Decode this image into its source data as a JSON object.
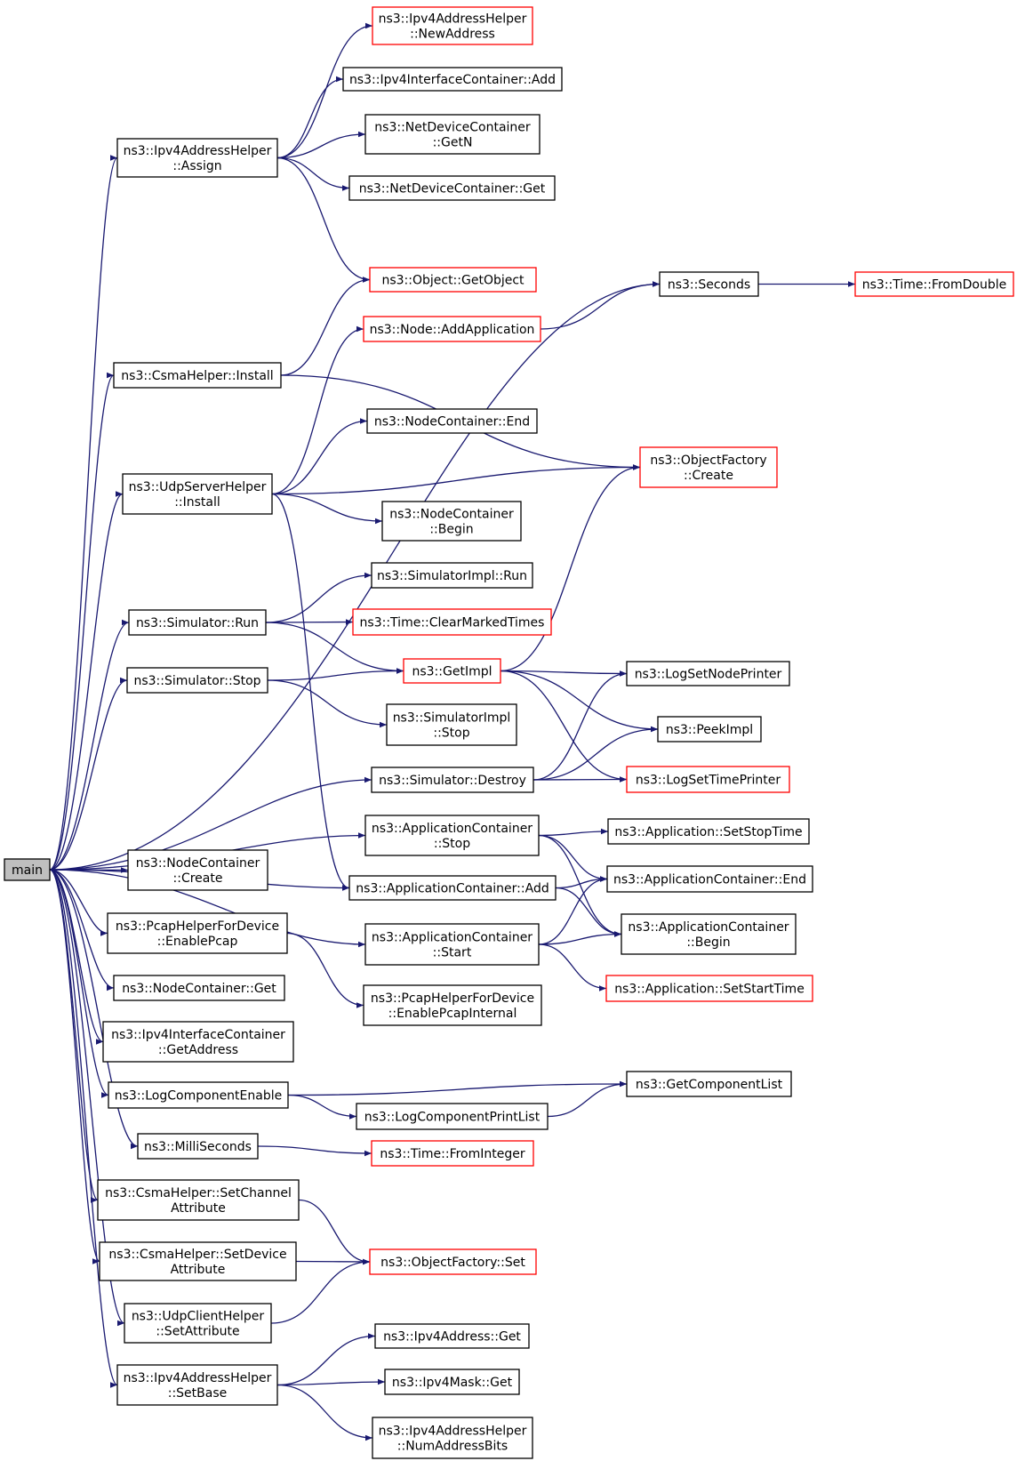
{
  "colors": {
    "edge": "#191970",
    "node_border": "#000000",
    "node_border_truncated": "#ff0000",
    "root_fill": "#bfbfbf",
    "node_fill": "#ffffff"
  },
  "nodes": {
    "main": {
      "lines": [
        "main"
      ],
      "root": true
    },
    "ipv4ah_newaddress": {
      "lines": [
        "ns3::Ipv4AddressHelper",
        "::NewAddress"
      ],
      "red": true
    },
    "ipv4ic_add": {
      "lines": [
        "ns3::Ipv4InterfaceContainer::Add"
      ]
    },
    "ipv4ah_assign": {
      "lines": [
        "ns3::Ipv4AddressHelper",
        "::Assign"
      ]
    },
    "ndc_getn": {
      "lines": [
        "ns3::NetDeviceContainer",
        "::GetN"
      ]
    },
    "ndc_get": {
      "lines": [
        "ns3::NetDeviceContainer::Get"
      ]
    },
    "object_getobject": {
      "lines": [
        "ns3::Object::GetObject"
      ],
      "red": true
    },
    "seconds": {
      "lines": [
        "ns3::Seconds"
      ]
    },
    "time_fromdouble": {
      "lines": [
        "ns3::Time::FromDouble"
      ],
      "red": true
    },
    "node_addapplication": {
      "lines": [
        "ns3::Node::AddApplication"
      ],
      "red": true
    },
    "csma_install": {
      "lines": [
        "ns3::CsmaHelper::Install"
      ]
    },
    "nc_end": {
      "lines": [
        "ns3::NodeContainer::End"
      ]
    },
    "objfactory_create": {
      "lines": [
        "ns3::ObjectFactory",
        "::Create"
      ],
      "red": true
    },
    "udpserver_install": {
      "lines": [
        "ns3::UdpServerHelper",
        "::Install"
      ]
    },
    "nc_begin": {
      "lines": [
        "ns3::NodeContainer",
        "::Begin"
      ]
    },
    "simimpl_run": {
      "lines": [
        "ns3::SimulatorImpl::Run"
      ]
    },
    "sim_run": {
      "lines": [
        "ns3::Simulator::Run"
      ]
    },
    "time_clearmarked": {
      "lines": [
        "ns3::Time::ClearMarkedTimes"
      ],
      "red": true
    },
    "getimpl": {
      "lines": [
        "ns3::GetImpl"
      ],
      "red": true
    },
    "logsetnodeprinter": {
      "lines": [
        "ns3::LogSetNodePrinter"
      ]
    },
    "sim_stop": {
      "lines": [
        "ns3::Simulator::Stop"
      ]
    },
    "simimpl_stop": {
      "lines": [
        "ns3::SimulatorImpl",
        "::Stop"
      ]
    },
    "peekimpl": {
      "lines": [
        "ns3::PeekImpl"
      ]
    },
    "sim_destroy": {
      "lines": [
        "ns3::Simulator::Destroy"
      ]
    },
    "logsettimeprinter": {
      "lines": [
        "ns3::LogSetTimePrinter"
      ],
      "red": true
    },
    "appc_stop": {
      "lines": [
        "ns3::ApplicationContainer",
        "::Stop"
      ]
    },
    "app_setstoptime": {
      "lines": [
        "ns3::Application::SetStopTime"
      ]
    },
    "nc_create": {
      "lines": [
        "ns3::NodeContainer",
        "::Create"
      ]
    },
    "appc_add": {
      "lines": [
        "ns3::ApplicationContainer::Add"
      ]
    },
    "appc_end": {
      "lines": [
        "ns3::ApplicationContainer::End"
      ]
    },
    "pcap_enable": {
      "lines": [
        "ns3::PcapHelperForDevice",
        "::EnablePcap"
      ]
    },
    "appc_start": {
      "lines": [
        "ns3::ApplicationContainer",
        "::Start"
      ]
    },
    "appc_begin": {
      "lines": [
        "ns3::ApplicationContainer",
        "::Begin"
      ]
    },
    "nc_get": {
      "lines": [
        "ns3::NodeContainer::Get"
      ]
    },
    "app_setstarttime": {
      "lines": [
        "ns3::Application::SetStartTime"
      ],
      "red": true
    },
    "pcap_internal": {
      "lines": [
        "ns3::PcapHelperForDevice",
        "::EnablePcapInternal"
      ]
    },
    "ipv4ic_getaddress": {
      "lines": [
        "ns3::Ipv4InterfaceContainer",
        "::GetAddress"
      ]
    },
    "logcomponentenable": {
      "lines": [
        "ns3::LogComponentEnable"
      ]
    },
    "getcomponentlist": {
      "lines": [
        "ns3::GetComponentList"
      ]
    },
    "logcomponentprintlist": {
      "lines": [
        "ns3::LogComponentPrintList"
      ]
    },
    "milliseconds": {
      "lines": [
        "ns3::MilliSeconds"
      ]
    },
    "time_frominteger": {
      "lines": [
        "ns3::Time::FromInteger"
      ],
      "red": true
    },
    "csma_setchannelattr": {
      "lines": [
        "ns3::CsmaHelper::SetChannel",
        "Attribute"
      ]
    },
    "csma_setdeviceattr": {
      "lines": [
        "ns3::CsmaHelper::SetDevice",
        "Attribute"
      ]
    },
    "objfactory_set": {
      "lines": [
        "ns3::ObjectFactory::Set"
      ],
      "red": true
    },
    "udpclient_setattr": {
      "lines": [
        "ns3::UdpClientHelper",
        "::SetAttribute"
      ]
    },
    "ipv4address_get": {
      "lines": [
        "ns3::Ipv4Address::Get"
      ]
    },
    "ipv4ah_setbase": {
      "lines": [
        "ns3::Ipv4AddressHelper",
        "::SetBase"
      ]
    },
    "ipv4mask_get": {
      "lines": [
        "ns3::Ipv4Mask::Get"
      ]
    },
    "ipv4ah_numaddrbits": {
      "lines": [
        "ns3::Ipv4AddressHelper",
        "::NumAddressBits"
      ]
    }
  },
  "edges": [
    [
      "main",
      "ipv4ah_assign"
    ],
    [
      "main",
      "seconds"
    ],
    [
      "main",
      "csma_install"
    ],
    [
      "main",
      "udpserver_install"
    ],
    [
      "main",
      "sim_run"
    ],
    [
      "main",
      "sim_stop"
    ],
    [
      "main",
      "sim_destroy"
    ],
    [
      "main",
      "appc_stop"
    ],
    [
      "main",
      "nc_create"
    ],
    [
      "main",
      "appc_add"
    ],
    [
      "main",
      "pcap_enable"
    ],
    [
      "main",
      "appc_start"
    ],
    [
      "main",
      "nc_get"
    ],
    [
      "main",
      "ipv4ic_getaddress"
    ],
    [
      "main",
      "logcomponentenable"
    ],
    [
      "main",
      "milliseconds"
    ],
    [
      "main",
      "csma_setchannelattr"
    ],
    [
      "main",
      "csma_setdeviceattr"
    ],
    [
      "main",
      "udpclient_setattr"
    ],
    [
      "main",
      "ipv4ah_setbase"
    ],
    [
      "ipv4ah_assign",
      "ipv4ah_newaddress"
    ],
    [
      "ipv4ah_assign",
      "ipv4ic_add"
    ],
    [
      "ipv4ah_assign",
      "ndc_getn"
    ],
    [
      "ipv4ah_assign",
      "ndc_get"
    ],
    [
      "ipv4ah_assign",
      "object_getobject"
    ],
    [
      "seconds",
      "time_fromdouble"
    ],
    [
      "node_addapplication",
      "seconds"
    ],
    [
      "csma_install",
      "object_getobject"
    ],
    [
      "csma_install",
      "objfactory_create"
    ],
    [
      "udpserver_install",
      "node_addapplication"
    ],
    [
      "udpserver_install",
      "nc_end"
    ],
    [
      "udpserver_install",
      "objfactory_create"
    ],
    [
      "udpserver_install",
      "nc_begin"
    ],
    [
      "udpserver_install",
      "appc_add"
    ],
    [
      "sim_run",
      "simimpl_run"
    ],
    [
      "sim_run",
      "time_clearmarked"
    ],
    [
      "sim_run",
      "getimpl"
    ],
    [
      "getimpl",
      "objfactory_create"
    ],
    [
      "getimpl",
      "logsetnodeprinter"
    ],
    [
      "getimpl",
      "peekimpl"
    ],
    [
      "getimpl",
      "logsettimeprinter"
    ],
    [
      "sim_stop",
      "getimpl"
    ],
    [
      "sim_stop",
      "simimpl_stop"
    ],
    [
      "sim_destroy",
      "logsetnodeprinter"
    ],
    [
      "sim_destroy",
      "peekimpl"
    ],
    [
      "sim_destroy",
      "logsettimeprinter"
    ],
    [
      "appc_stop",
      "app_setstoptime"
    ],
    [
      "appc_stop",
      "appc_end"
    ],
    [
      "appc_stop",
      "appc_begin"
    ],
    [
      "appc_add",
      "appc_end"
    ],
    [
      "appc_add",
      "appc_begin"
    ],
    [
      "appc_start",
      "appc_end"
    ],
    [
      "appc_start",
      "appc_begin"
    ],
    [
      "appc_start",
      "app_setstarttime"
    ],
    [
      "pcap_enable",
      "pcap_internal"
    ],
    [
      "logcomponentenable",
      "getcomponentlist"
    ],
    [
      "logcomponentenable",
      "logcomponentprintlist"
    ],
    [
      "logcomponentprintlist",
      "getcomponentlist"
    ],
    [
      "milliseconds",
      "time_frominteger"
    ],
    [
      "csma_setchannelattr",
      "objfactory_set"
    ],
    [
      "csma_setdeviceattr",
      "objfactory_set"
    ],
    [
      "udpclient_setattr",
      "objfactory_set"
    ],
    [
      "ipv4ah_setbase",
      "ipv4address_get"
    ],
    [
      "ipv4ah_setbase",
      "ipv4mask_get"
    ],
    [
      "ipv4ah_setbase",
      "ipv4ah_numaddrbits"
    ]
  ]
}
